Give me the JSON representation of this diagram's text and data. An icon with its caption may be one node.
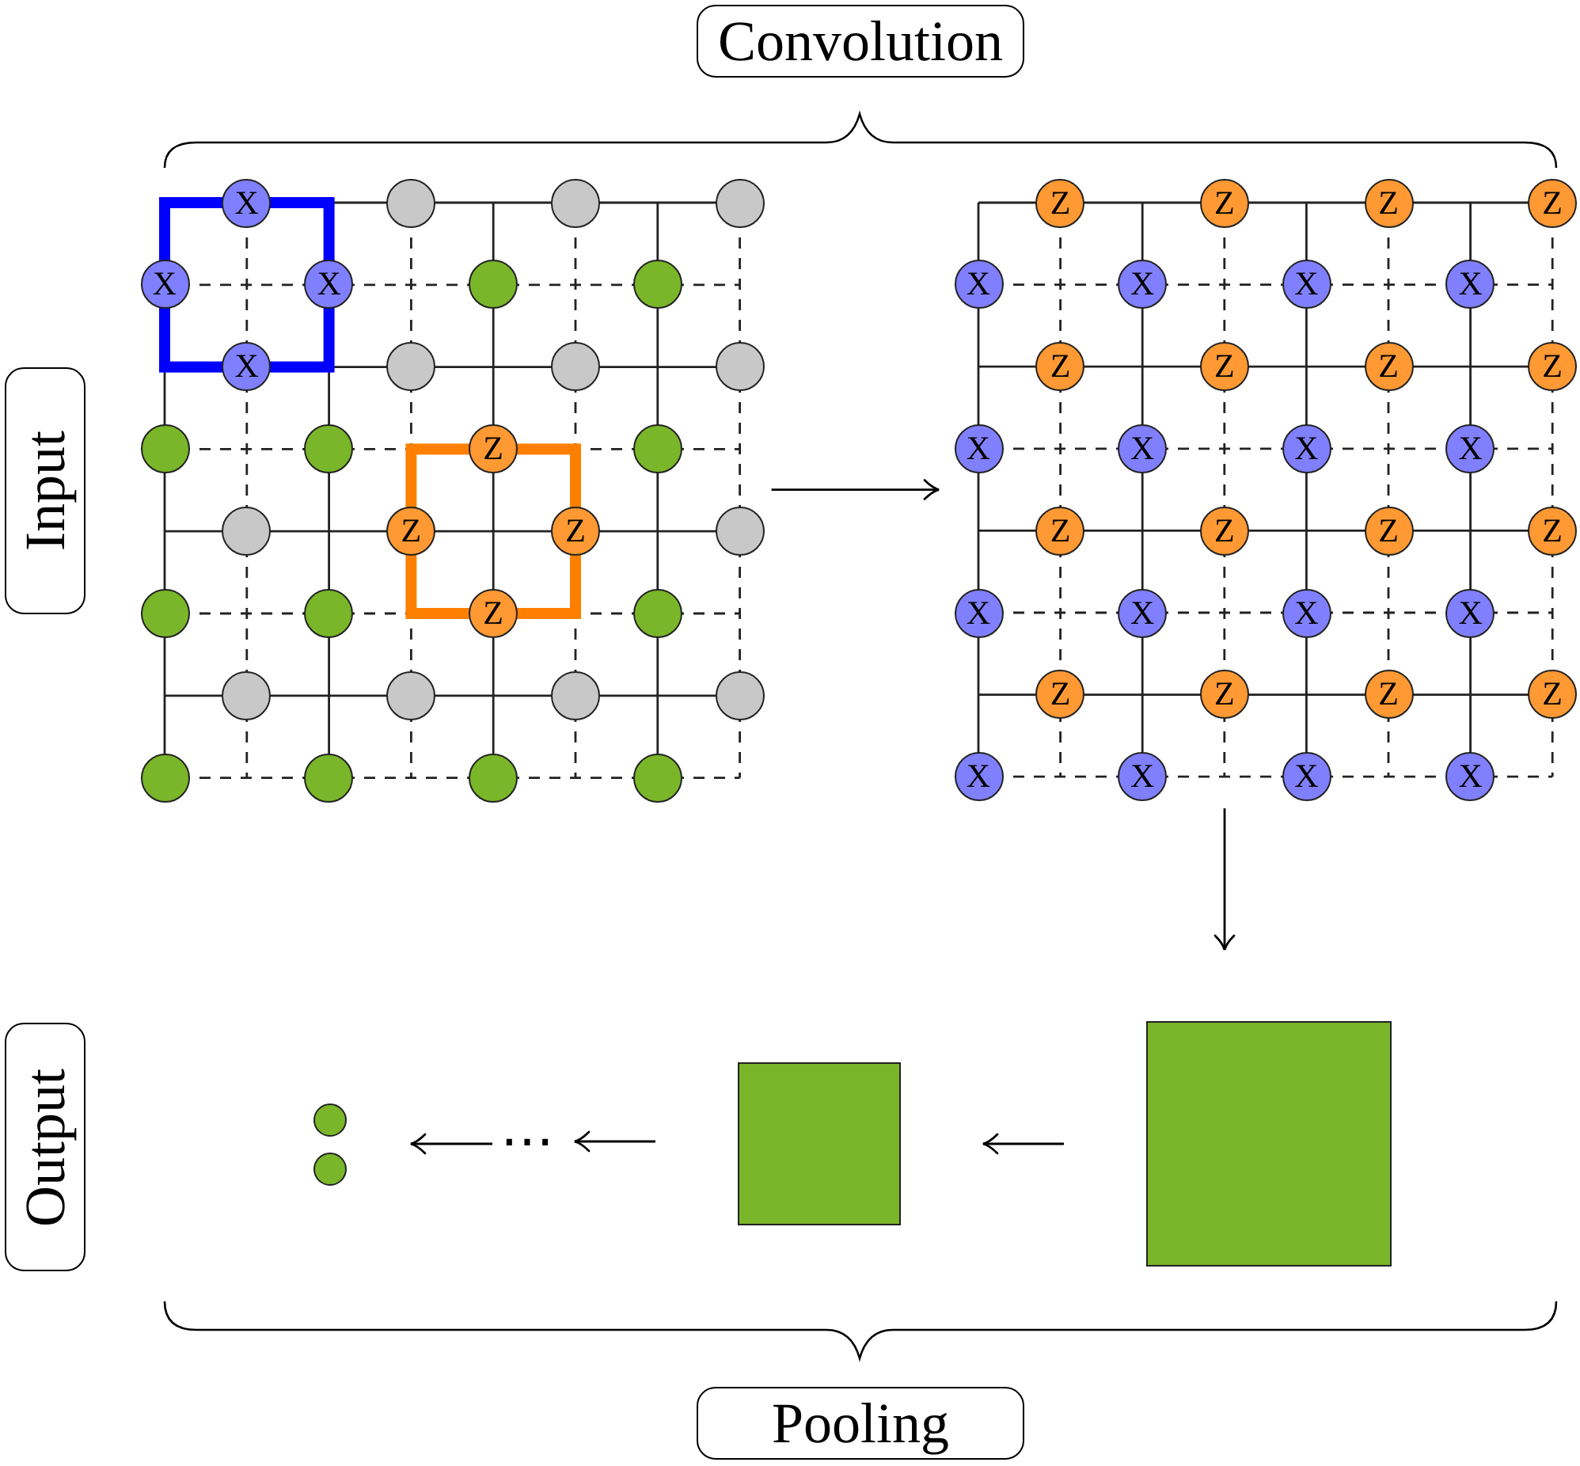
{
  "diagram": {
    "nodes": [
      {
        "text": [
          "Convolution"
        ]
      },
      {
        "text": [
          "Input"
        ]
      },
      {
        "text": [],
        "shape": "grid"
      },
      {
        "text": [
          "X"
        ],
        "in": 2
      },
      {
        "text": [],
        "shape": "circle",
        "in": 2
      },
      {
        "text": [],
        "shape": "circle",
        "in": 2
      },
      {
        "text": [],
        "shape": "circle",
        "in": 2
      },
      {
        "text": [
          "X"
        ],
        "in": 2
      },
      {
        "text": [
          "X"
        ],
        "in": 2
      },
      {
        "text": [],
        "shape": "circle",
        "in": 2
      },
      {
        "text": [],
        "shape": "circle",
        "in": 2
      },
      {
        "text": [
          "X"
        ],
        "in": 2
      },
      {
        "text": [],
        "shape": "circle",
        "in": 2
      },
      {
        "text": [],
        "shape": "circle",
        "in": 2
      },
      {
        "text": [],
        "shape": "circle",
        "in": 2
      },
      {
        "text": [],
        "shape": "circle",
        "in": 2
      },
      {
        "text": [],
        "shape": "circle",
        "in": 2
      },
      {
        "text": [
          "Z"
        ],
        "in": 2
      },
      {
        "text": [],
        "shape": "circle",
        "in": 2
      },
      {
        "text": [],
        "shape": "circle",
        "in": 2
      },
      {
        "text": [
          "Z"
        ],
        "in": 2
      },
      {
        "text": [
          "Z"
        ],
        "in": 2
      },
      {
        "text": [],
        "shape": "circle",
        "in": 2
      },
      {
        "text": [],
        "shape": "circle",
        "in": 2
      },
      {
        "text": [],
        "shape": "circle",
        "in": 2
      },
      {
        "text": [
          "Z"
        ],
        "in": 2
      },
      {
        "text": [],
        "shape": "circle",
        "in": 2
      },
      {
        "text": [],
        "shape": "circle",
        "in": 2
      },
      {
        "text": [],
        "shape": "circle",
        "in": 2
      },
      {
        "text": [],
        "shape": "circle",
        "in": 2
      },
      {
        "text": [],
        "shape": "circle",
        "in": 2
      },
      {
        "text": [],
        "shape": "circle",
        "in": 2
      },
      {
        "text": [],
        "shape": "circle",
        "in": 2
      },
      {
        "text": [],
        "shape": "circle",
        "in": 2
      },
      {
        "text": [],
        "shape": "circle",
        "in": 2
      },
      {
        "text": [],
        "shape": "grid"
      },
      {
        "text": [
          "Z"
        ],
        "in": 35
      },
      {
        "text": [
          "Z"
        ],
        "in": 35
      },
      {
        "text": [
          "Z"
        ],
        "in": 35
      },
      {
        "text": [
          "Z"
        ],
        "in": 35
      },
      {
        "text": [
          "X"
        ],
        "in": 35
      },
      {
        "text": [
          "X"
        ],
        "in": 35
      },
      {
        "text": [
          "X"
        ],
        "in": 35
      },
      {
        "text": [
          "X"
        ],
        "in": 35
      },
      {
        "text": [
          "Z"
        ],
        "in": 35
      },
      {
        "text": [
          "Z"
        ],
        "in": 35
      },
      {
        "text": [
          "Z"
        ],
        "in": 35
      },
      {
        "text": [
          "Z"
        ],
        "in": 35
      },
      {
        "text": [
          "X"
        ],
        "in": 35
      },
      {
        "text": [
          "X"
        ],
        "in": 35
      },
      {
        "text": [
          "X"
        ],
        "in": 35
      },
      {
        "text": [
          "X"
        ],
        "in": 35
      },
      {
        "text": [
          "Z"
        ],
        "in": 35
      },
      {
        "text": [
          "Z"
        ],
        "in": 35
      },
      {
        "text": [
          "Z"
        ],
        "in": 35
      },
      {
        "text": [
          "Z"
        ],
        "in": 35
      },
      {
        "text": [
          "X"
        ],
        "in": 35
      },
      {
        "text": [
          "X"
        ],
        "in": 35
      },
      {
        "text": [
          "X"
        ],
        "in": 35
      },
      {
        "text": [
          "X"
        ],
        "in": 35
      },
      {
        "text": [
          "Z"
        ],
        "in": 35
      },
      {
        "text": [
          "Z"
        ],
        "in": 35
      },
      {
        "text": [
          "Z"
        ],
        "in": 35
      },
      {
        "text": [
          "Z"
        ],
        "in": 35
      },
      {
        "text": [
          "X"
        ],
        "in": 35
      },
      {
        "text": [
          "X"
        ],
        "in": 35
      },
      {
        "text": [
          "X"
        ],
        "in": 35
      },
      {
        "text": [
          "X"
        ],
        "in": 35
      },
      {
        "text": [
          "Output"
        ]
      },
      {
        "text": [],
        "shape": "circle"
      },
      {
        "text": [],
        "shape": "circle"
      },
      {
        "text": [
          "⋯"
        ]
      },
      {
        "text": [],
        "shape": "box"
      },
      {
        "text": [],
        "shape": "box"
      },
      {
        "text": [
          "Pooling"
        ]
      }
    ],
    "edges": [
      {
        "from": 2,
        "to": 35,
        "arrow": "to"
      },
      {
        "from": 35,
        "to": 73,
        "arrow": "to"
      },
      {
        "from": 73,
        "to": 72,
        "arrow": "to"
      },
      {
        "from": 72,
        "to": 71,
        "arrow": "to"
      },
      {
        "from": 71,
        "to": 69,
        "arrow": "to"
      },
      {
        "from": 71,
        "to": 70,
        "arrow": "to"
      }
    ]
  }
}
